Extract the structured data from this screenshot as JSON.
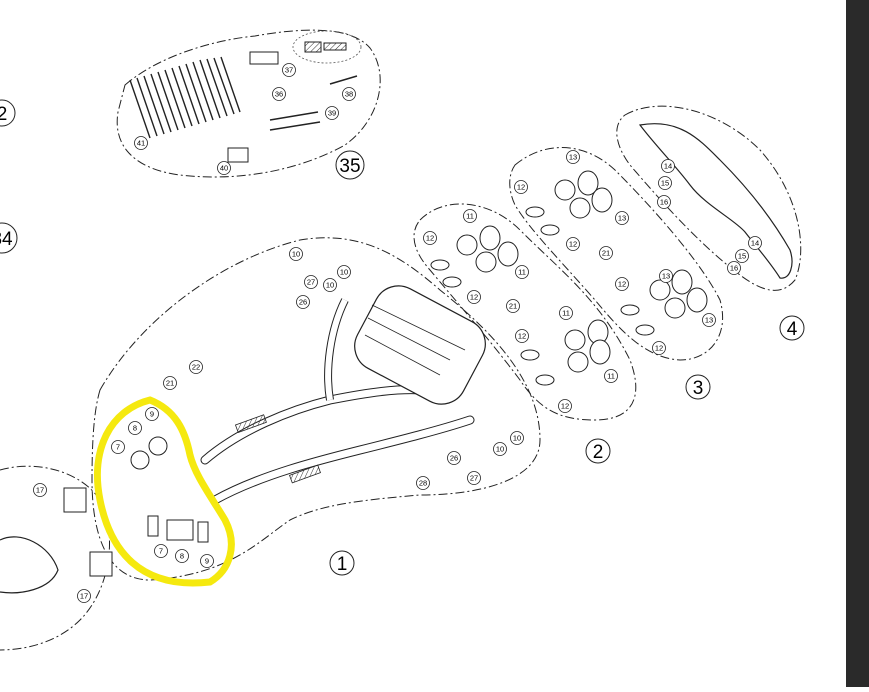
{
  "colors": {
    "background": "#ffffff",
    "line": "#222222",
    "highlight": "#f5e90f",
    "sidebar": "#2a2a2a"
  },
  "groups": [
    {
      "label": "1"
    },
    {
      "label": "2"
    },
    {
      "label": "3"
    },
    {
      "label": "4"
    },
    {
      "label": "35"
    }
  ],
  "partial_labels": [
    "2",
    "34"
  ],
  "callouts": {
    "kit": [
      "36",
      "37",
      "38",
      "39",
      "40",
      "41"
    ],
    "pipes": [
      "7",
      "8",
      "9",
      "7",
      "8",
      "9",
      "10",
      "10",
      "10",
      "10",
      "10",
      "21",
      "22",
      "26",
      "26",
      "27",
      "27",
      "28",
      "17",
      "17"
    ],
    "tips_a": [
      "11",
      "11",
      "12",
      "12",
      "21",
      "11",
      "11",
      "12",
      "12"
    ],
    "tips_b": [
      "13",
      "13",
      "12",
      "12",
      "21",
      "13",
      "13",
      "12",
      "12"
    ],
    "diffuser": [
      "14",
      "15",
      "16",
      "14",
      "15",
      "16"
    ]
  }
}
